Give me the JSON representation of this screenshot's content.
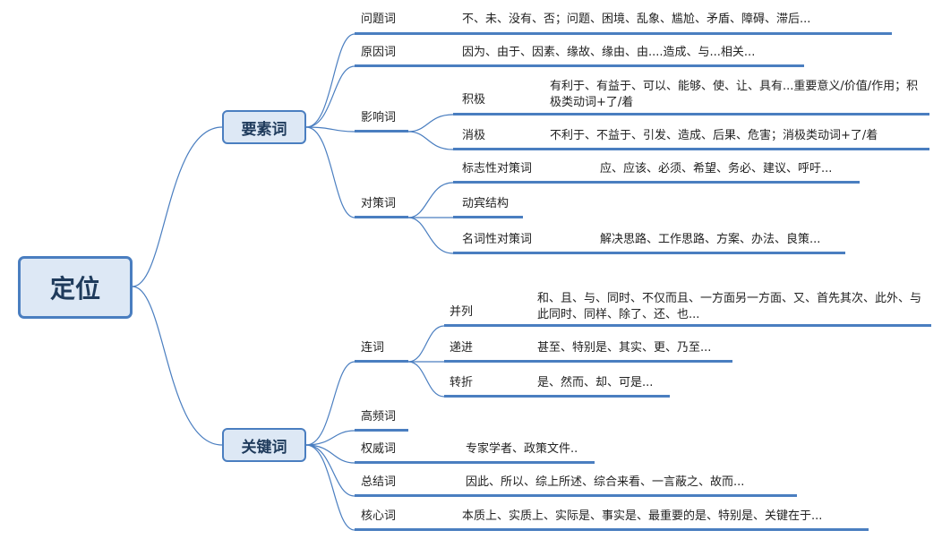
{
  "root": "定位",
  "branches": {
    "yaosu": {
      "label": "要素词",
      "wenti": {
        "label": "问题词",
        "text": "不、未、没有、否；问题、困境、乱象、尴尬、矛盾、障碍、滞后..."
      },
      "yuanyin": {
        "label": "原因词",
        "text": "因为、由于、因素、缘故、缘由、由....造成、与...相关..."
      },
      "yingxiang": {
        "label": "影响词",
        "jiji": {
          "label": "积极",
          "text": "有利于、有益于、可以、能够、使、让、具有...重要意义/价值/作用；积极类动词+了/着"
        },
        "xiaoji": {
          "label": "消极",
          "text": "不利于、不益于、引发、造成、后果、危害；消极类动词+了/着"
        }
      },
      "duice": {
        "label": "对策词",
        "biaozhi": {
          "label": "标志性对策词",
          "text": "应、应该、必须、希望、务必、建议、呼吁..."
        },
        "dongbin": {
          "label": "动宾结构"
        },
        "mingci": {
          "label": "名词性对策词",
          "text": "解决思路、工作思路、方案、办法、良策..."
        }
      }
    },
    "guanjian": {
      "label": "关键词",
      "lian": {
        "label": "连词",
        "binglie": {
          "label": "并列",
          "text": "和、且、与、同时、不仅而且、一方面另一方面、又、首先其次、此外、与此同时、同样、除了、还、也..."
        },
        "dijin": {
          "label": "递进",
          "text": "甚至、特别是、其实、更、乃至..."
        },
        "zhuanzhe": {
          "label": "转折",
          "text": "是、然而、却、可是..."
        }
      },
      "gaopin": {
        "label": "高频词"
      },
      "quanwei": {
        "label": "权威词",
        "text": "专家学者、政策文件.."
      },
      "zongjie": {
        "label": "总结词",
        "text": "因此、所以、综上所述、综合来看、一言蔽之、故而..."
      },
      "hexin": {
        "label": "核心词",
        "text": "本质上、实质上、实际是、事实是、最重要的是、特别是、关键在于..."
      }
    }
  },
  "colors": {
    "line": "#4a7ec0",
    "box_fill": "#dde8f5",
    "box_border": "#4a7ec0"
  }
}
